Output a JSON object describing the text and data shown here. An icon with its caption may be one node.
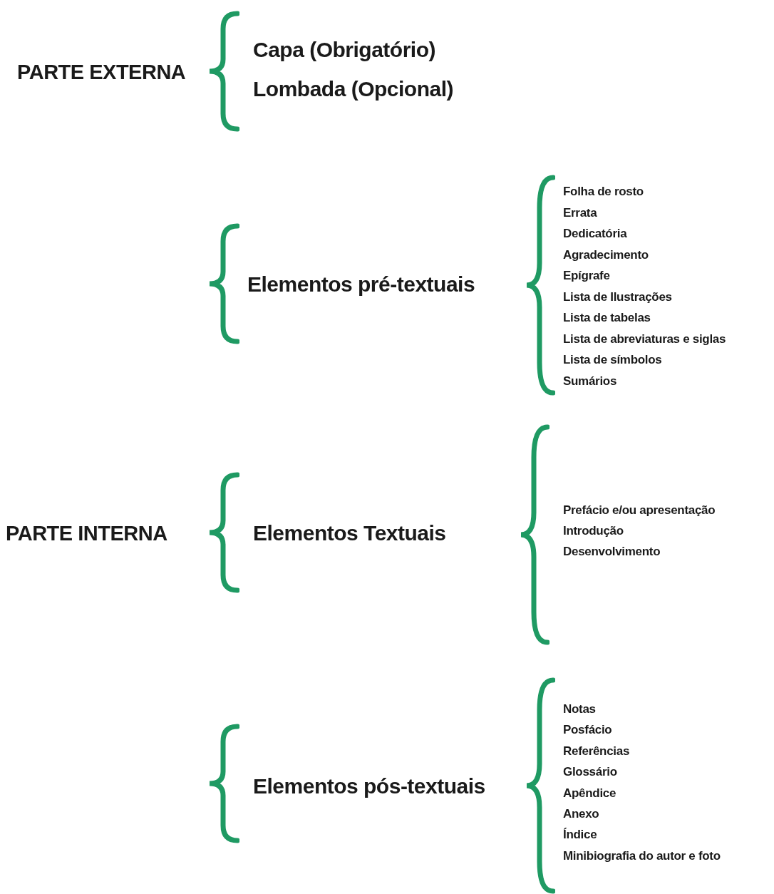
{
  "diagram": {
    "labels": [
      "PARTE EXTERNA",
      "Capa (Obrigatório)",
      "Lombada (Opcional)",
      "Elementos pré-textuais",
      "Folha de rosto",
      "Errata",
      "Dedicatória",
      "Agradecimento",
      "Epígrafe",
      "Lista de Ilustrações",
      "Lista de tabelas",
      "Lista de abreviaturas e siglas",
      "Lista de símbolos",
      "Sumários",
      "PARTE INTERNA",
      "Elementos Textuais",
      "Prefácio e/ou apresentação",
      "Introdução",
      "Desenvolvimento",
      "Elementos pós-textuais",
      "Notas",
      "Posfácio",
      "Referências",
      "Glossário",
      "Apêndice",
      "Anexo",
      "Índice",
      "Minibiografia do autor e foto"
    ]
  }
}
